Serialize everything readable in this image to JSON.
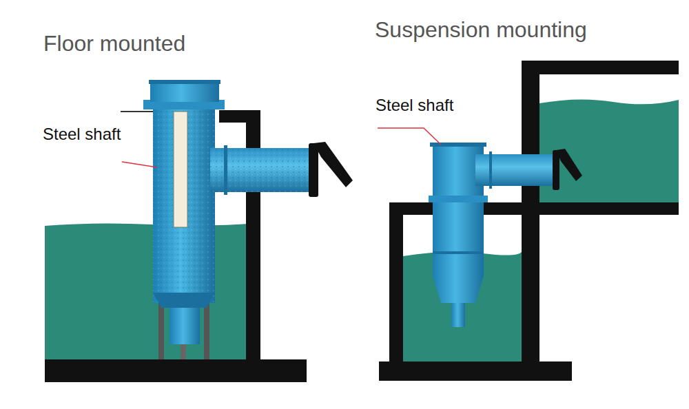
{
  "diagram": {
    "labels": [
      "Floor mounted",
      "Steel shaft",
      "Suspension mounting",
      "Steel shaft"
    ]
  }
}
